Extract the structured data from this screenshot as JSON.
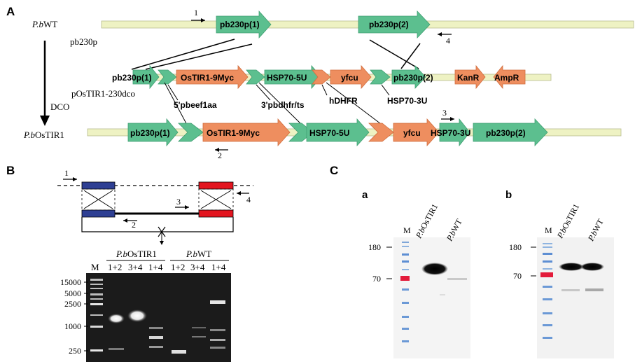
{
  "panels": {
    "A": "A",
    "B": "B",
    "C": "C"
  },
  "panelA": {
    "strain_wt": "P.bWT",
    "strain_wt_prefix": "P.b",
    "strain_wt_suffix": "WT",
    "strain_ko_prefix": "P.b",
    "strain_ko_suffix": "OsTIR1",
    "plasmid_left": "pb230p",
    "plasmid_construct": "pOsTIR1-230dco",
    "dco": "DCO",
    "row1": {
      "f1": "pb230p(1)",
      "f2": "pb230p(2)"
    },
    "row2": {
      "f1": "pb230p(1)",
      "f2": "OsTIR1-9Myc",
      "f3": "HSP70-5U",
      "f4": "yfcu",
      "f5": "pb230p(2)",
      "f6": "KanR",
      "f7": "AmpR"
    },
    "row2_labels": {
      "l1": "5'pbeef1aa",
      "l2": "3'pbdhfr/ts",
      "l3": "hDHFR",
      "l4": "HSP70-3U"
    },
    "row3": {
      "f1": "pb230p(1)",
      "f2": "OsTIR1-9Myc",
      "f3": "HSP70-5U",
      "f4": "yfcu",
      "f5": "HSP70-3U",
      "f6": "pb230p(2)"
    },
    "primers": {
      "p1": "1",
      "p2": "2",
      "p3": "3",
      "p4": "4"
    },
    "colors": {
      "green": "#5cbf8f",
      "orange": "#ee8e5f",
      "backbone": "#eef2c3"
    }
  },
  "panelB": {
    "primers": {
      "p1": "1",
      "p2": "2",
      "p3": "3",
      "p4": "4"
    },
    "gel": {
      "marker": "M",
      "group1_prefix": "P.b",
      "group1_suffix": "OsTIR1",
      "group2_prefix": "P.b",
      "group2_suffix": "WT",
      "lanes": [
        "1+2",
        "3+4",
        "1+4",
        "1+2",
        "3+4",
        "1+4"
      ],
      "ladder": [
        "15000",
        "5000",
        "2500",
        "1000",
        "250"
      ]
    }
  },
  "panelC": {
    "a": {
      "label": "a",
      "marker": "M",
      "lane1_prefix": "P.b",
      "lane1_suffix": "OsTIR1",
      "lane2_prefix": "P.b",
      "lane2_suffix": "WT",
      "mw": [
        "180",
        "70"
      ]
    },
    "b": {
      "label": "b",
      "marker": "M",
      "lane1_prefix": "P.b",
      "lane1_suffix": "OsTIR1",
      "lane2_prefix": "P.b",
      "lane2_suffix": "WT",
      "mw": [
        "180",
        "70"
      ]
    }
  }
}
